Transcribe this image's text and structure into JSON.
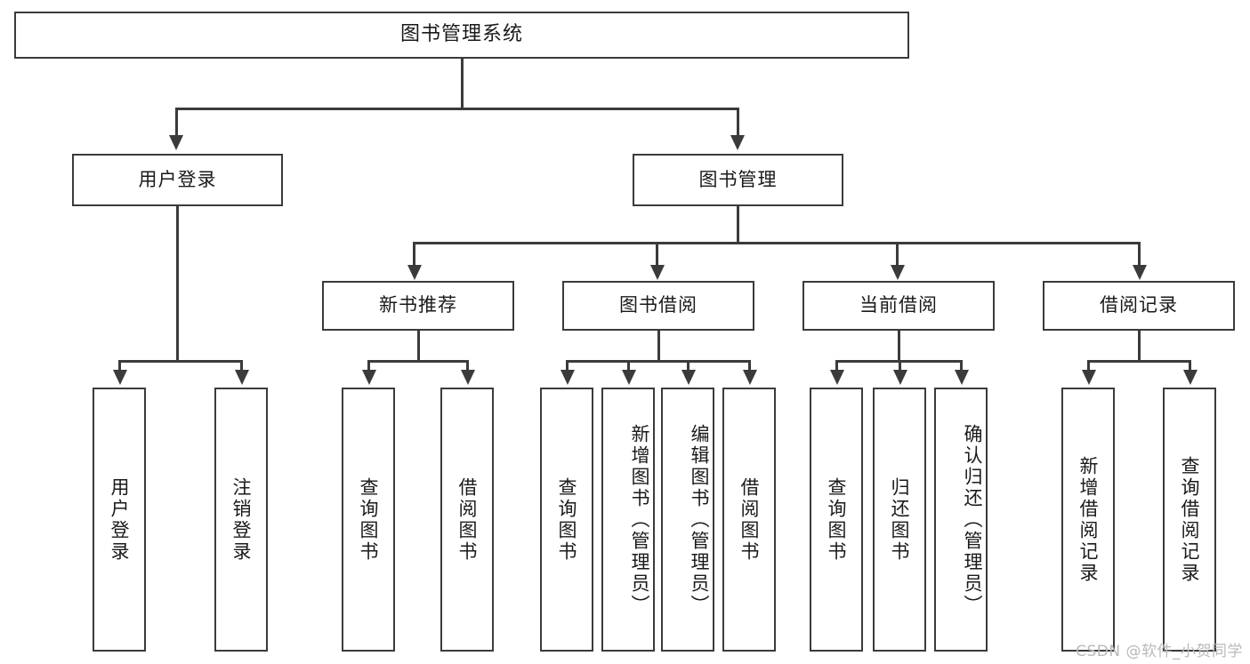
{
  "diagram": {
    "type": "hierarchy-tree",
    "title": "图书管理系统",
    "watermark": "CSDN @软件_小贺同学",
    "colors": {
      "stroke": "#3b3b3b",
      "fill": "#ffffff",
      "text": "#1a1a1a",
      "watermark": "#b9b9b9"
    },
    "levels": {
      "level1": [
        {
          "id": "root",
          "label": "图书管理系统"
        }
      ],
      "level2": [
        {
          "id": "user-login",
          "label": "用户登录"
        },
        {
          "id": "book-manage",
          "label": "图书管理"
        }
      ],
      "level3": [
        {
          "id": "new-book-rec",
          "label": "新书推荐",
          "parent": "book-manage"
        },
        {
          "id": "book-borrow",
          "label": "图书借阅",
          "parent": "book-manage"
        },
        {
          "id": "current-borrow",
          "label": "当前借阅",
          "parent": "book-manage"
        },
        {
          "id": "borrow-record",
          "label": "借阅记录",
          "parent": "book-manage"
        }
      ],
      "level4": [
        {
          "id": "leaf-user-login",
          "label": "用户登录",
          "parent": "user-login"
        },
        {
          "id": "leaf-logout",
          "label": "注销登录",
          "parent": "user-login"
        },
        {
          "id": "leaf-query-book-1",
          "label": "查询图书",
          "parent": "new-book-rec"
        },
        {
          "id": "leaf-borrow-book-1",
          "label": "借阅图书",
          "parent": "new-book-rec"
        },
        {
          "id": "leaf-query-book-2",
          "label": "查询图书",
          "parent": "book-borrow"
        },
        {
          "id": "leaf-add-book",
          "label": "新增图书（管理员）",
          "parent": "book-borrow"
        },
        {
          "id": "leaf-edit-book",
          "label": "编辑图书（管理员）",
          "parent": "book-borrow"
        },
        {
          "id": "leaf-borrow-book-2",
          "label": "借阅图书",
          "parent": "book-borrow"
        },
        {
          "id": "leaf-query-book-3",
          "label": "查询图书",
          "parent": "current-borrow"
        },
        {
          "id": "leaf-return-book",
          "label": "归还图书",
          "parent": "current-borrow"
        },
        {
          "id": "leaf-confirm-return",
          "label": "确认归还（管理员）",
          "parent": "current-borrow"
        },
        {
          "id": "leaf-add-record",
          "label": "新增借阅记录",
          "parent": "borrow-record"
        },
        {
          "id": "leaf-query-record",
          "label": "查询借阅记录",
          "parent": "borrow-record"
        }
      ]
    }
  }
}
